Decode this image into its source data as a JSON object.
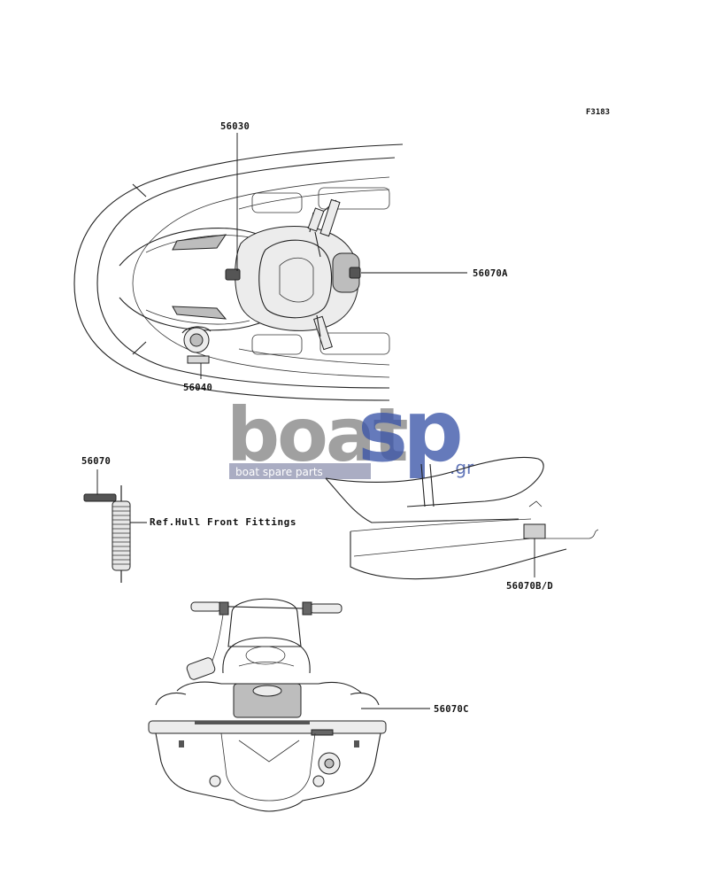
{
  "figure_code": "F3183",
  "watermark": {
    "brand_gray": "boat",
    "brand_blue": "sp",
    "suffix": ".gr",
    "tagline": "boat spare parts",
    "colors": {
      "gray": "#8c8c8c",
      "blue": "#3b55a8"
    }
  },
  "callouts": [
    {
      "id": "56030",
      "text": "56030"
    },
    {
      "id": "56070A",
      "text": "56070A"
    },
    {
      "id": "56040",
      "text": "56040"
    },
    {
      "id": "56070",
      "text": "56070"
    },
    {
      "id": "56070BD",
      "text": "56070B/D"
    },
    {
      "id": "56070C",
      "text": "56070C"
    }
  ],
  "reference_note": "Ref.Hull Front Fittings"
}
